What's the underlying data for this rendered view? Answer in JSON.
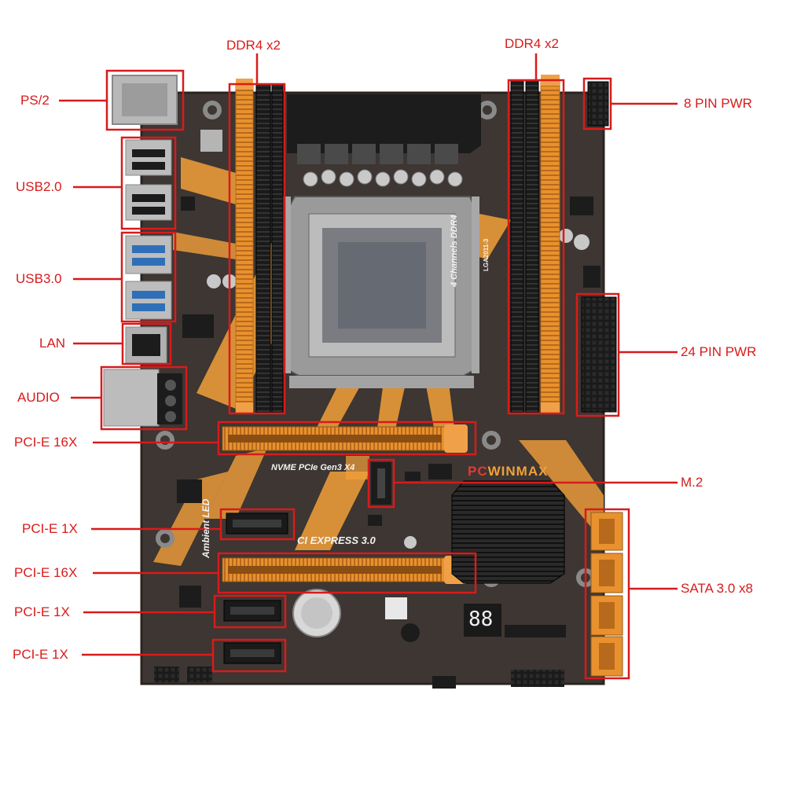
{
  "labels": {
    "ddr4_left": "DDR4 x2",
    "ddr4_right": "DDR4 x2",
    "ps2": "PS/2",
    "usb2": "USB2.0",
    "usb3": "USB3.0",
    "lan": "LAN",
    "audio": "AUDIO",
    "pcie16_top": "PCI-E 16X",
    "pcie1_a": "PCI-E 1X",
    "pcie16_bottom": "PCI-E 16X",
    "pcie1_b": "PCI-E 1X",
    "pcie1_c": "PCI-E 1X",
    "pwr8": "8 PIN PWR",
    "pwr24": "24 PIN PWR",
    "m2": "M.2",
    "sata": "SATA 3.0 x8"
  },
  "board_text": {
    "brand_pc": "PC",
    "brand_rest": "WINMAX",
    "nvme": "NVME PCIe Gen3 X4",
    "pci_express": "CI EXPRESS 3.0",
    "channels": "4 Channels DDR4",
    "ambient": "Ambient LED",
    "socket": "LGA2011-3",
    "debug": "88"
  },
  "colors": {
    "callout": "#d81b1b",
    "pcb": "#3d3632",
    "accent": "#f2a03a",
    "slot_orange": "#e88e2c",
    "black": "#141414"
  }
}
